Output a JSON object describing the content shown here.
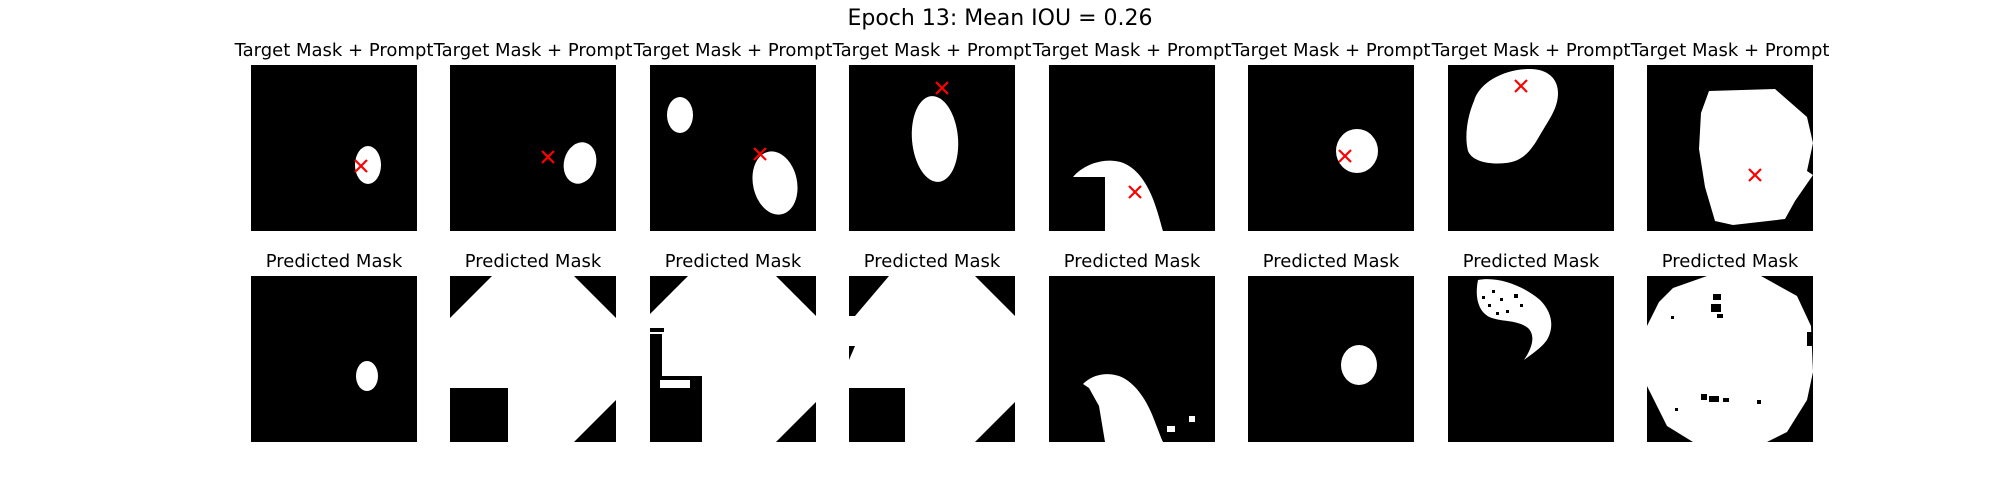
{
  "figure": {
    "title": "Epoch 13: Mean IOU = 0.26"
  },
  "columns": [
    {
      "top_title": "Target Mask + Prompt",
      "bottom_title": "Predicted Mask"
    },
    {
      "top_title": "Target Mask + Prompt",
      "bottom_title": "Predicted Mask"
    },
    {
      "top_title": "Target Mask + Prompt",
      "bottom_title": "Predicted Mask"
    },
    {
      "top_title": "Target Mask + Prompt",
      "bottom_title": "Predicted Mask"
    },
    {
      "top_title": "Target Mask + Prompt",
      "bottom_title": "Predicted Mask"
    },
    {
      "top_title": "Target Mask + Prompt",
      "bottom_title": "Predicted Mask"
    },
    {
      "top_title": "Target Mask + Prompt",
      "bottom_title": "Predicted Mask"
    },
    {
      "top_title": "Target Mask + Prompt",
      "bottom_title": "Predicted Mask"
    }
  ],
  "colors": {
    "background": "#000000",
    "mask": "#ffffff",
    "prompt_marker": "#ff0000"
  },
  "prompt_marker_icon": "x-mark"
}
